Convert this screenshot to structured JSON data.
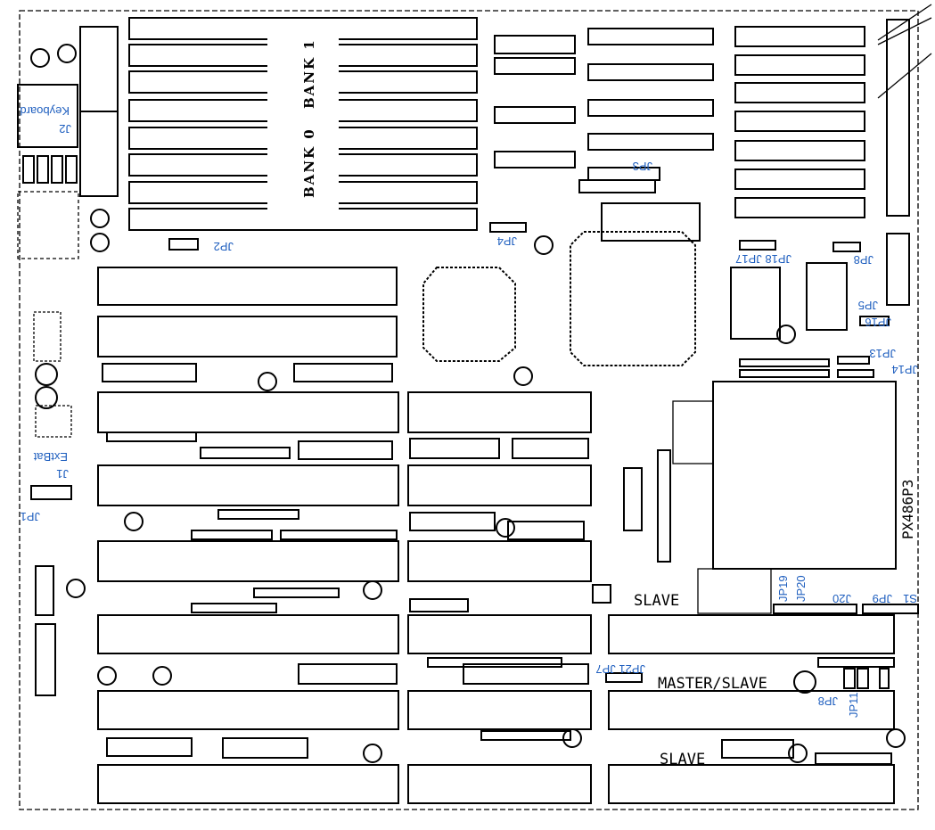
{
  "board": {
    "model": "PX486P3",
    "banks": [
      "BANK 1",
      "BANK 0"
    ],
    "modes": {
      "slave_top": "SLAVE",
      "master_slave": "MASTER/SLAVE",
      "slave_bottom": "SLAVE"
    },
    "connectors": {
      "keyboard": "Keyboard",
      "j2": "J2",
      "extbat": "ExtBat",
      "j1": "J1",
      "j20": "J20",
      "s1": "S1"
    },
    "jumpers": {
      "jp1": "JP1",
      "jp2": "JP2",
      "jp3": "JP3",
      "jp4": "JP4",
      "jp5": "JP5",
      "jp7": "JP21 JP7",
      "jp8_top": "JP8",
      "jp8_bottom": "JP8",
      "jp9": "JP9",
      "jp11": "JP11",
      "jp13": "JP13",
      "jp14": "JP14",
      "jp16": "JP16",
      "jp17_18": "JP18 JP17",
      "jp19": "JP19",
      "jp20": "JP20"
    },
    "label_color": "#1f5fbf"
  }
}
